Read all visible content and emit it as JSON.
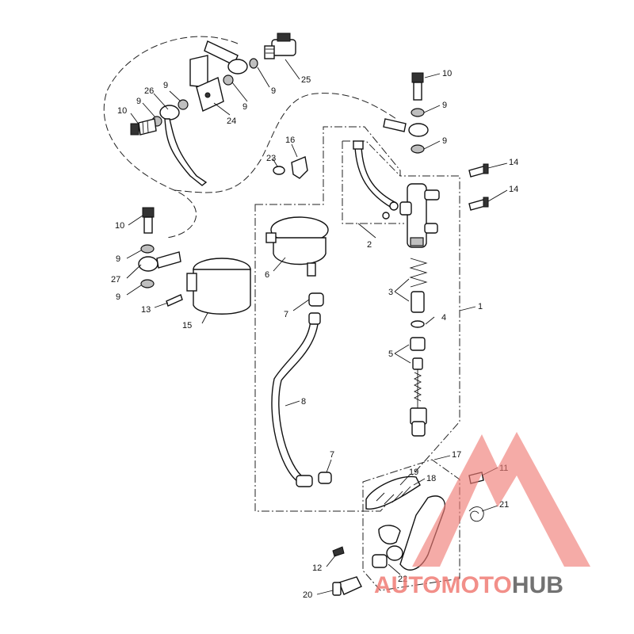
{
  "callouts": {
    "n1": "1",
    "n2": "2",
    "n3": "3",
    "n4": "4",
    "n5": "5",
    "n6": "6",
    "n7a": "7",
    "n7b": "7",
    "n8": "8",
    "n9a": "9",
    "n9b": "9",
    "n9c": "9",
    "n9d": "9",
    "n9e": "9",
    "n9f": "9",
    "n9g": "9",
    "n9h": "9",
    "n9i": "9",
    "n10a": "10",
    "n10b": "10",
    "n10c": "10",
    "n11": "11",
    "n12": "12",
    "n13": "13",
    "n14a": "14",
    "n14b": "14",
    "n15": "15",
    "n16": "16",
    "n17": "17",
    "n18": "18",
    "n19": "19",
    "n20": "20",
    "n21": "21",
    "n22": "22",
    "n23": "23",
    "n24": "24",
    "n25": "25",
    "n26": "26",
    "n27": "27"
  },
  "watermark": {
    "part1": "AUTO",
    "part2": "MOTO",
    "part3": "HUB",
    "color_main": "#f07c75",
    "color_dark": "#5a5a5a"
  }
}
